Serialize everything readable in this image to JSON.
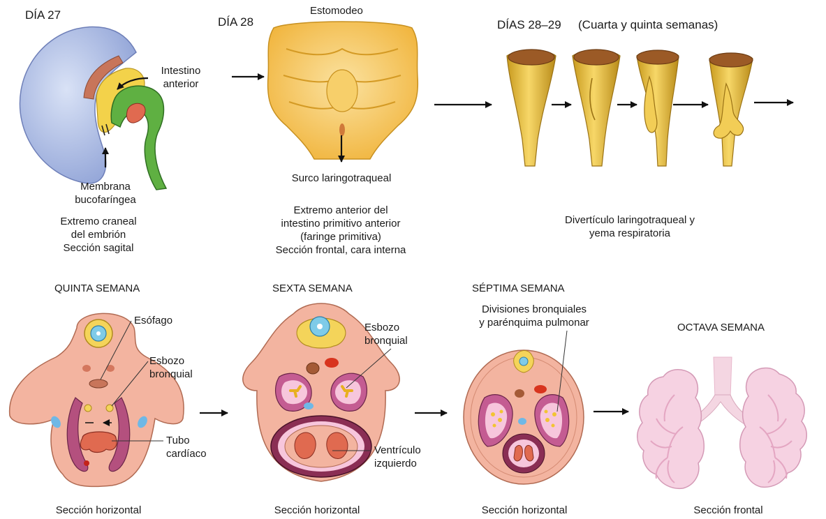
{
  "top": {
    "day27": {
      "title": "DÍA 27",
      "label_intestine": "Intestino\nanterior",
      "label_membrane": "Membrana\nbucofaríngea",
      "caption": "Extremo craneal\ndel embrión\nSección sagital"
    },
    "day28": {
      "title": "DÍA 28",
      "label_stomodeum": "Estomodeo",
      "label_groove": "Surco laringotraqueal",
      "caption": "Extremo anterior del\nintestino primitivo anterior\n(faringe primitiva)\nSección frontal, cara interna"
    },
    "days2829": {
      "title": "DÍAS 28–29",
      "subtitle": "(Cuarta y quinta semanas)",
      "caption": "Divertículo laringotraqueal y\nyema respiratoria"
    }
  },
  "bottom": {
    "week5": {
      "title": "QUINTA SEMANA",
      "label_esophagus": "Esófago",
      "label_bud": "Esbozo\nbronquial",
      "label_heart": "Tubo\ncardíaco",
      "caption": "Sección horizontal"
    },
    "week6": {
      "title": "SEXTA SEMANA",
      "label_bud": "Esbozo\nbronquial",
      "label_ventricle": "Ventrículo\nizquierdo",
      "caption": "Sección horizontal"
    },
    "week7": {
      "title": "SÉPTIMA SEMANA",
      "label_divisions": "Divisiones bronquiales\ny parénquima pulmonar",
      "caption": "Sección horizontal"
    },
    "week8": {
      "title": "OCTAVA SEMANA",
      "caption": "Sección frontal"
    }
  },
  "colors": {
    "brain_blue": "#aab8e0",
    "gut_yellow": "#f3c63a",
    "gut_green": "#4a9e3a",
    "tissue_pink": "#f2b4a0",
    "heart_red": "#d8533f",
    "lung_pink": "#f4c6d8",
    "notochord_blue": "#7fcbe8"
  }
}
